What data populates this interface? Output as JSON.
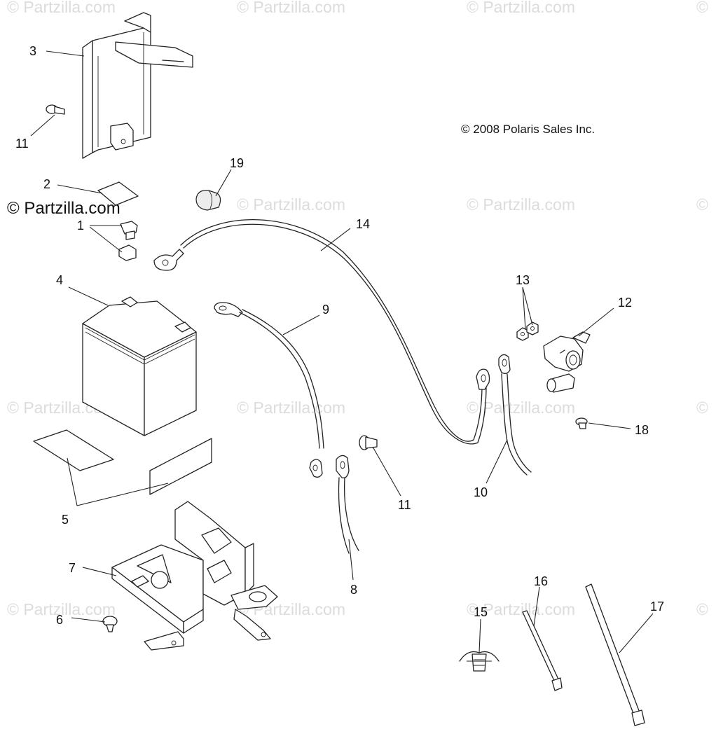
{
  "diagram": {
    "copyright": "© 2008 Polaris Sales Inc.",
    "watermark_main": "© Partzilla.com",
    "watermark_faint": "© Partzilla.com",
    "watermark_edge": "©",
    "callouts": {
      "c1": "1",
      "c2": "2",
      "c3": "3",
      "c4": "4",
      "c5": "5",
      "c6": "6",
      "c7": "7",
      "c8": "8",
      "c9": "9",
      "c10": "10",
      "c11a": "11",
      "c11b": "11",
      "c12": "12",
      "c13": "13",
      "c14": "14",
      "c15": "15",
      "c16": "16",
      "c17": "17",
      "c18": "18",
      "c19": "19"
    }
  }
}
